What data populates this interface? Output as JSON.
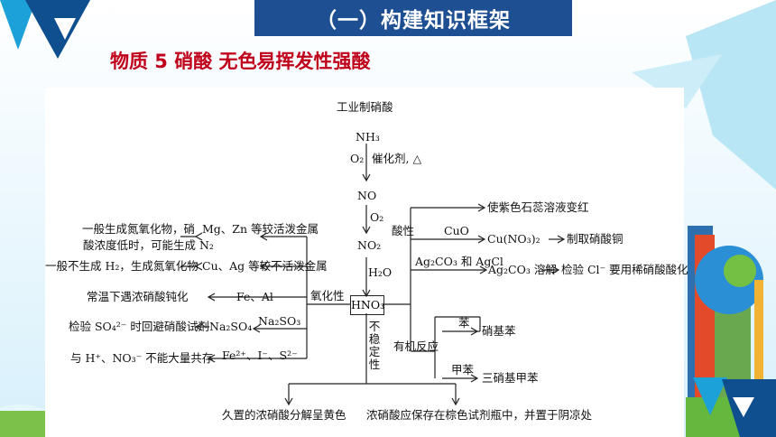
{
  "slide": {
    "title": "（一）构建知识框架",
    "subtitle": "物质 5 硝酸 无色易挥发性强酸"
  },
  "diagram": {
    "industrial": "工业制硝酸",
    "nh3": "NH₃",
    "o2_a": "O₂",
    "catalyst": "催化剂, △",
    "no": "NO",
    "o2_b": "O₂",
    "no2": "NO₂",
    "h2o": "H₂O",
    "hno3": "HNO₃",
    "acidity": "酸性",
    "litmus": "使紫色石蕊溶液变红",
    "cuo": "CuO",
    "cuno3": "Cu(NO₃)₂",
    "make_copper_nitrate": "制取硝酸铜",
    "ag2co3_agcl": "Ag₂CO₃ 和 AgCl",
    "ag2co3_dissolve": "Ag₂CO₃ 溶解",
    "test_cl": "检验 Cl⁻ 要用稀硝酸酸化",
    "organic": "有机反应",
    "benzene": "苯",
    "nitrobenzene": "硝基苯",
    "toluene": "甲苯",
    "tnt": "三硝基甲苯",
    "oxidizing": "氧化性",
    "mg_zn": "Mg、Zn 等较活泼金属",
    "mg_zn_result_1": "一般生成氮氧化物，硝",
    "mg_zn_result_2": "酸浓度低时，可能生成 N₂",
    "cu_ag": "Cu、Ag 等较不活泼金属",
    "cu_ag_result": "一般不生成 H₂，生成氮氧化物",
    "fe_al": "Fe、Al",
    "passivation": "常温下遇浓硝酸钝化",
    "na2so3": "Na₂SO₃",
    "na2so4": "Na₂SO₄",
    "test_so4": "检验 SO₄²⁻ 时回避硝酸试剂",
    "ions": "Fe²⁺、I⁻、S²⁻",
    "coexist": "与 H⁺、NO₃⁻ 不能大量共存",
    "unstable": "不稳定性",
    "yellow": "久置的浓硝酸分解呈黄色",
    "storage": "浓硝酸应保存在棕色试剂瓶中，并置于阴凉处"
  },
  "colors": {
    "title_bg": "#1f4f93",
    "subtitle": "#c0001a"
  }
}
